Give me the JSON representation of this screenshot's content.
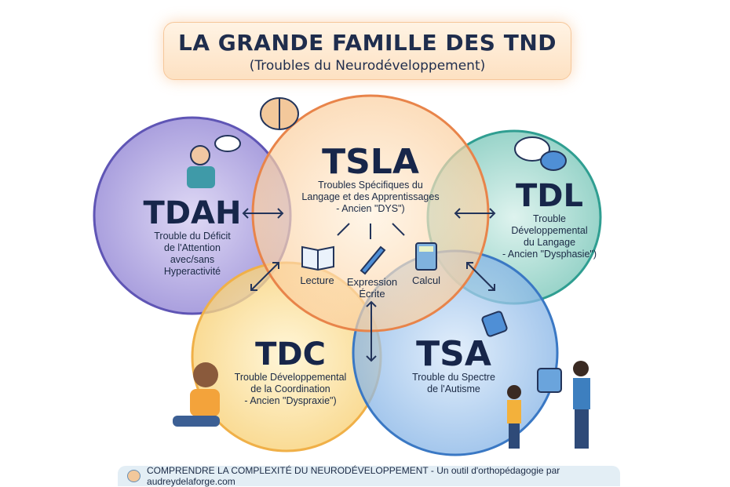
{
  "header": {
    "title": "LA GRANDE FAMILLE DES TND",
    "subtitle": "(Troubles du Neurodéveloppement)"
  },
  "circles": {
    "tdah": {
      "acronym": "TDAH",
      "desc": [
        "Trouble du Déficit",
        "de l'Attention",
        "avec/sans",
        "Hyperactivité"
      ],
      "color": "#6f63c0"
    },
    "tsla": {
      "acronym": "TSLA",
      "desc": [
        "Troubles Spécifiques du",
        "Langage et des Apprentissages",
        "- Ancien \"DYS\")"
      ],
      "color": "#ef8f4a",
      "subs": [
        "Lecture",
        "Expression",
        "Écrite",
        "Calcul"
      ]
    },
    "tdl": {
      "acronym": "TDL",
      "desc": [
        "Trouble",
        "Développemental",
        "du Langage",
        "- Ancien \"Dysphasie\")"
      ],
      "color": "#2f9e91"
    },
    "tdc": {
      "acronym": "TDC",
      "desc": [
        "Trouble Développemental",
        "de la Coordination",
        "- Ancien \"Dyspraxie\")"
      ],
      "color": "#f2b84a"
    },
    "tsa": {
      "acronym": "TSA",
      "desc": [
        "Trouble du Spectre",
        "de l'Autisme"
      ],
      "color": "#3a78c4"
    }
  },
  "footer": {
    "text": "COMPRENDRE LA COMPLEXITÉ DU NEURODÉVELOPPEMENT - Un outil d'orthopédagogie par audreydelaforge.com"
  }
}
